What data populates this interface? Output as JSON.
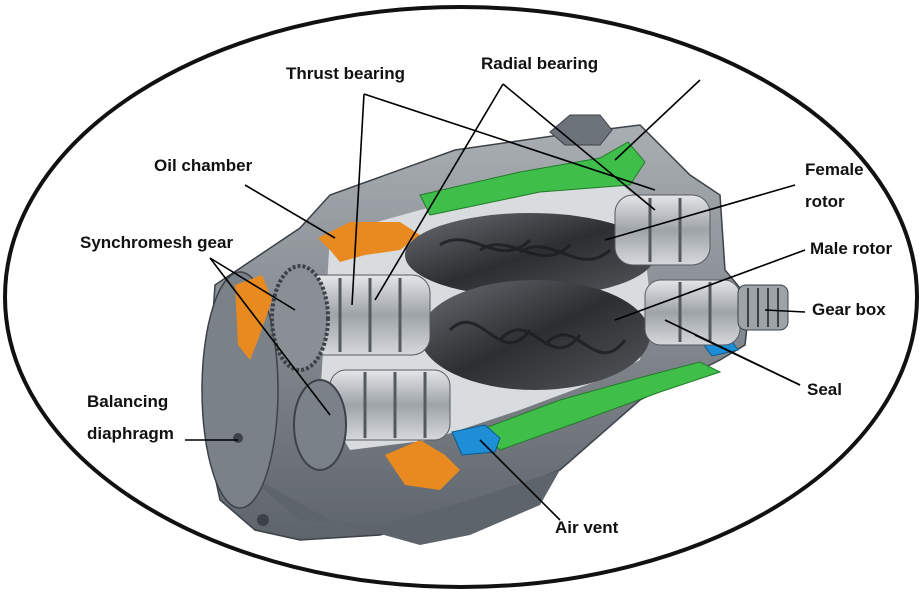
{
  "labels": {
    "thrust_bearing": "Thrust bearing",
    "radial_bearing": "Radial bearing",
    "oil_chamber": "Oil chamber",
    "synchromesh_gear": "Synchromesh gear",
    "female_rotor_1": "Female",
    "female_rotor_2": "rotor",
    "male_rotor": "Male rotor",
    "gear_box": "Gear box",
    "seal": "Seal",
    "balancing_1": "Balancing",
    "balancing_2": "diaphragm",
    "air_vent": "Air vent"
  },
  "colors": {
    "ellipse_border": "#111111",
    "casing_grey": "#8e9399",
    "casing_dark": "#4f555c",
    "oil_orange": "#e88a1f",
    "cooling_green": "#3fbf4a",
    "vent_blue": "#1e8fd6",
    "rotor_dark": "#3a3c40",
    "leader_line": "#000000"
  }
}
